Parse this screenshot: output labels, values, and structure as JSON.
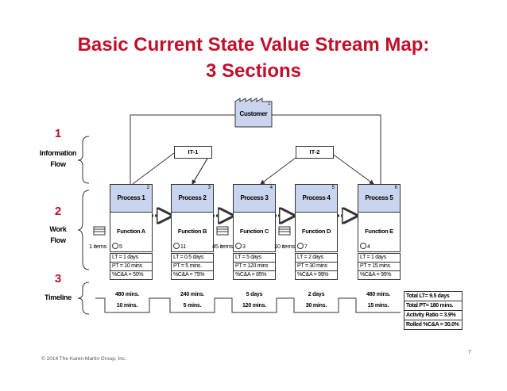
{
  "title": {
    "line1": "Basic Current State Value Stream Map:",
    "line2": "3 Sections"
  },
  "sections": [
    {
      "number": "1",
      "label_line1": "Information",
      "label_line2": "Flow"
    },
    {
      "number": "2",
      "label_line1": "Work",
      "label_line2": "Flow"
    },
    {
      "number": "3",
      "label_line1": "Timeline",
      "label_line2": ""
    }
  ],
  "customer": {
    "label": "Customer",
    "number": "1",
    "icon": "factory-icon"
  },
  "it_systems": [
    {
      "label": "IT-1"
    },
    {
      "label": "IT-2"
    }
  ],
  "processes": [
    {
      "name": "Process 1",
      "number": "2",
      "function": "Function A",
      "staff": "5",
      "data": [
        "LT = 1 days",
        "PT = 10 mins",
        "%C&A = 50%"
      ]
    },
    {
      "name": "Process 2",
      "number": "3",
      "function": "Function B",
      "staff": "11",
      "data": [
        "LT = 0.5 days",
        "PT = 5 mins.",
        "%C&A = 75%"
      ]
    },
    {
      "name": "Process 3",
      "number": "4",
      "function": "Function C",
      "staff": "3",
      "data": [
        "LT = 5 days",
        "PT = 120 mins",
        "%C&A = 85%"
      ]
    },
    {
      "name": "Process 4",
      "number": "5",
      "function": "Function D",
      "staff": "7",
      "data": [
        "LT = 2 days",
        "PT = 30 mins",
        "%C&A = 99%"
      ]
    },
    {
      "name": "Process 5",
      "number": "6",
      "function": "Function E",
      "staff": "4",
      "data": [
        "LT = 1 days",
        "PT = 15 mins",
        "%C&A = 95%"
      ]
    }
  ],
  "inventory": [
    {
      "label": "1 items"
    },
    {
      "label": "45 items"
    },
    {
      "label": "10 items"
    }
  ],
  "timeline": {
    "lead_times": [
      "480 mins.",
      "240 mins.",
      "5 days",
      "2 days",
      "480 mins."
    ],
    "process_times": [
      "10 mins.",
      "5 mins.",
      "120 mins.",
      "30 mins.",
      "15 mins."
    ]
  },
  "summary": [
    "Total LT= 9.5 days",
    "Total PT= 180 mins.",
    "Activity Ratio = 3.9%",
    "Rolled %C&A = 30.0%"
  ],
  "footer": {
    "copyright": "© 2014 The Karen Martin Group, Inc.",
    "page": "7"
  },
  "colors": {
    "title": "#c0102a",
    "process_fill": "#c9d4ee",
    "customer_fill": "#c9d4ee"
  }
}
